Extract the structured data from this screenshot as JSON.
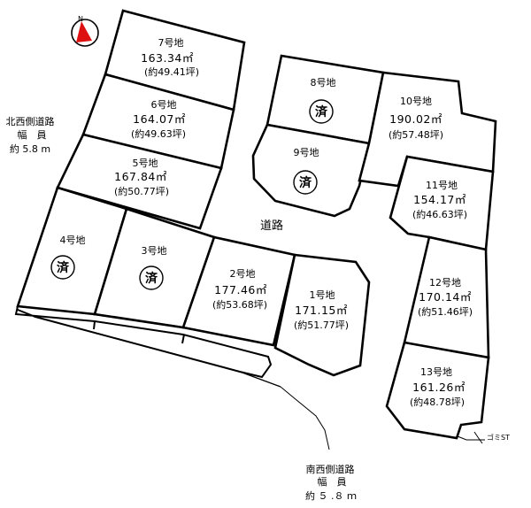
{
  "lots": [
    {
      "name": "7号地",
      "area": "163.34㎡",
      "tsubo": "(約49.41坪)",
      "sold": false
    },
    {
      "name": "6号地",
      "area": "164.07㎡",
      "tsubo": "(約49.63坪)",
      "sold": false
    },
    {
      "name": "5号地",
      "area": "167.84㎡",
      "tsubo": "(約50.77坪)",
      "sold": false
    },
    {
      "name": "4号地",
      "sold": true
    },
    {
      "name": "3号地",
      "sold": true
    },
    {
      "name": "2号地",
      "area": "177.46㎡",
      "tsubo": "(約53.68坪)",
      "sold": false
    },
    {
      "name": "1号地",
      "area": "171.15㎡",
      "tsubo": "(約51.77坪)",
      "sold": false
    },
    {
      "name": "8号地",
      "sold": true
    },
    {
      "name": "9号地",
      "sold": true
    },
    {
      "name": "10号地",
      "area": "190.02㎡",
      "tsubo": "(約57.48坪)",
      "sold": false
    },
    {
      "name": "11号地",
      "area": "154.17㎡",
      "tsubo": "(約46.63坪)",
      "sold": false
    },
    {
      "name": "12号地",
      "area": "170.14㎡",
      "tsubo": "(約51.46坪)",
      "sold": false
    },
    {
      "name": "13号地",
      "area": "161.26㎡",
      "tsubo": "(約48.78坪)",
      "sold": false
    }
  ],
  "sold_mark": "済",
  "road_label": "道路",
  "northwest_road": {
    "name": "北西側道路",
    "width_label": "幅　員",
    "width_value": "約 5.8 m"
  },
  "southwest_road": {
    "name": "南西側道路",
    "width_label": "幅　員",
    "width_value": "約 ５ .８ ｍ"
  },
  "garbage_label": "ゴミST",
  "compass": {
    "icon": "north-arrow-icon",
    "color": "#dd1111",
    "letter": "N"
  }
}
